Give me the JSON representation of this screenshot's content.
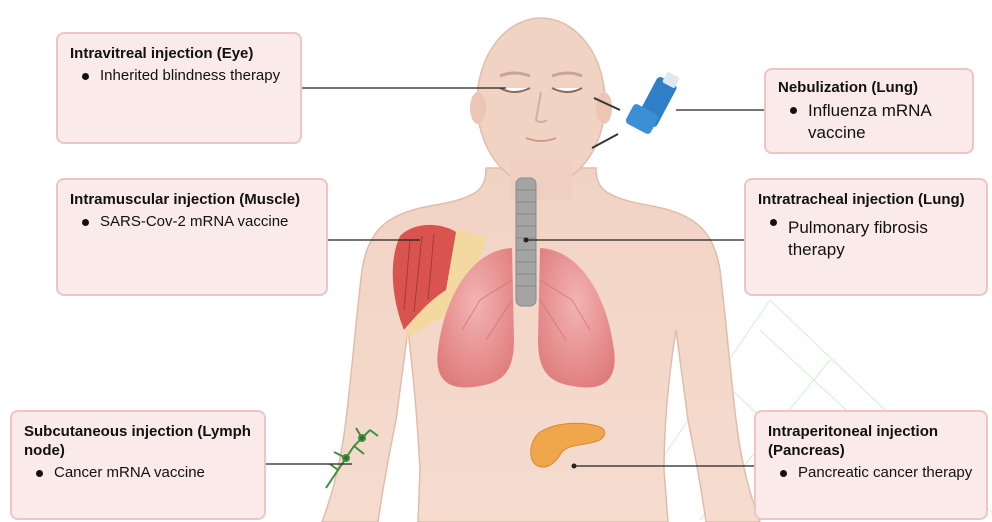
{
  "callouts": {
    "eye": {
      "title": "Intravitreal injection (Eye)",
      "item": "Inherited blindness therapy"
    },
    "muscle": {
      "title": "Intramuscular injection (Muscle)",
      "item": "SARS-Cov-2 mRNA vaccine"
    },
    "lymph": {
      "title": "Subcutaneous injection (Lymph node)",
      "item": "Cancer mRNA vaccine"
    },
    "nebul": {
      "title": "Nebulization (Lung)",
      "item": "Influenza mRNA vaccine"
    },
    "trachea": {
      "title": "Intratracheal injection (Lung)",
      "item": "Pulmonary fibrosis therapy"
    },
    "pancreas": {
      "title": "Intraperitoneal injection (Pancreas)",
      "item": "Pancreatic cancer therapy"
    }
  },
  "colors": {
    "callout_fill": "#fbeaea",
    "callout_border": "#f1c4c4",
    "skin": "#f3d7c8",
    "lung": "#e78b8b",
    "muscle": "#d9534f",
    "pancreas": "#f0a64a",
    "inhaler": "#3b8fd4",
    "lymph": "#3f8f3f"
  }
}
